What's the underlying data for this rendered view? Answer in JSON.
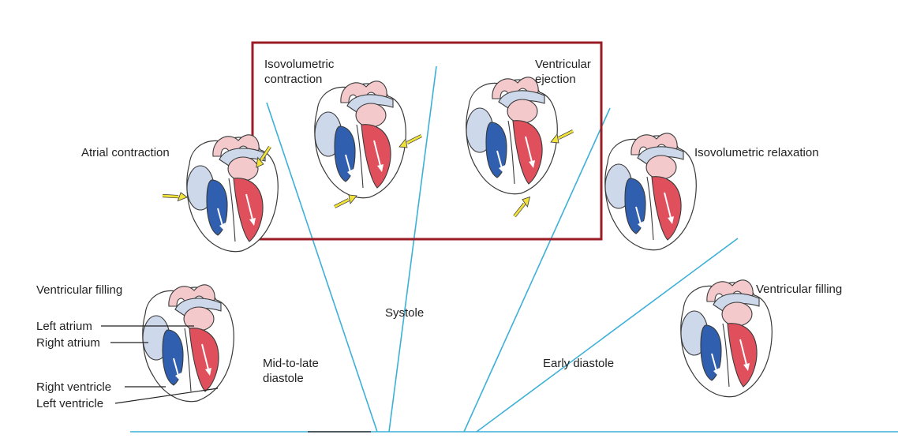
{
  "colors": {
    "deoxygenated_blood": "#2f5fae",
    "oxygenated_blood": "#e0505c",
    "light_red_wall": "#f4c9cc",
    "light_blue_wall": "#cdd8ea",
    "divider_lines": "#3db0d8",
    "highlight_box": "#9a1c24",
    "force_arrows": "#f1e23a",
    "outline": "#3a3a3a"
  },
  "phases": {
    "atrial_contraction": "Atrial contraction",
    "isovolumetric_contraction_line1": "Isovolumetric",
    "isovolumetric_contraction_line2": "contraction",
    "ventricular_ejection_line1": "Ventricular",
    "ventricular_ejection_line2": "ejection",
    "isovolumetric_relaxation": "Isovolumetric relaxation",
    "ventricular_filling_left": "Ventricular filling",
    "ventricular_filling_right": "Ventricular filling"
  },
  "periods": {
    "systole": "Systole",
    "mid_to_late_diastole_line1": "Mid-to-late",
    "mid_to_late_diastole_line2": "diastole",
    "early_diastole": "Early diastole"
  },
  "anatomy": {
    "left_atrium": "Left atrium",
    "right_atrium": "Right atrium",
    "right_ventricle": "Right ventricle",
    "left_ventricle": "Left ventricle"
  }
}
